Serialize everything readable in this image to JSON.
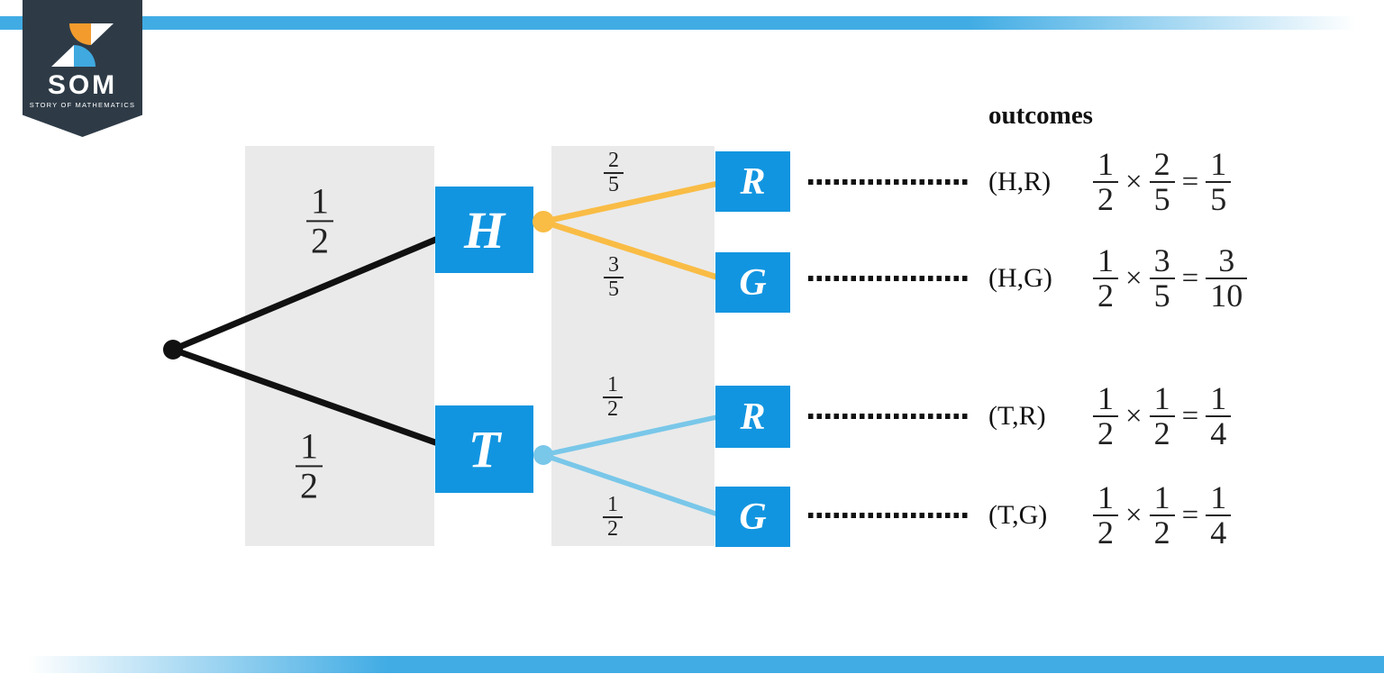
{
  "logo": {
    "brand": "SOM",
    "tagline": "STORY OF MATHEMATICS"
  },
  "outcomes_header": "outcomes",
  "operators": {
    "times": "×",
    "equals": "="
  },
  "tree": {
    "l1": [
      {
        "num": "1",
        "den": "2",
        "node": "H"
      },
      {
        "num": "1",
        "den": "2",
        "node": "T"
      }
    ],
    "l2": [
      {
        "num": "2",
        "den": "5",
        "node": "R",
        "parent": "H"
      },
      {
        "num": "3",
        "den": "5",
        "node": "G",
        "parent": "H"
      },
      {
        "num": "1",
        "den": "2",
        "node": "R",
        "parent": "T"
      },
      {
        "num": "1",
        "den": "2",
        "node": "G",
        "parent": "T"
      }
    ]
  },
  "outcomes": [
    {
      "pair": "(H,R)",
      "a_num": "1",
      "a_den": "2",
      "b_num": "2",
      "b_den": "5",
      "r_num": "1",
      "r_den": "5"
    },
    {
      "pair": "(H,G)",
      "a_num": "1",
      "a_den": "2",
      "b_num": "3",
      "b_den": "5",
      "r_num": "3",
      "r_den": "10"
    },
    {
      "pair": "(T,R)",
      "a_num": "1",
      "a_den": "2",
      "b_num": "1",
      "b_den": "2",
      "r_num": "1",
      "r_den": "4"
    },
    {
      "pair": "(T,G)",
      "a_num": "1",
      "a_den": "2",
      "b_num": "1",
      "b_den": "2",
      "r_num": "1",
      "r_den": "4"
    }
  ],
  "colors": {
    "node_blue": "#1295E0",
    "branch_black": "#111111",
    "branch_orange": "#F9BC45",
    "branch_lightblue": "#79C7E9",
    "stripe_blue": "#41ACE4",
    "logo_navy": "#2E3B47",
    "logo_orange": "#F39C2D",
    "band_gray": "#EAEAEA"
  }
}
